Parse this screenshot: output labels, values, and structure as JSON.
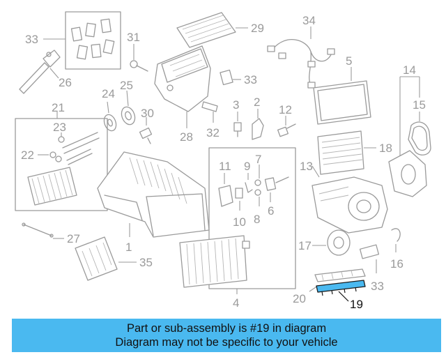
{
  "callouts": {
    "c1": "1",
    "c2": "2",
    "c3": "3",
    "c4": "4",
    "c5": "5",
    "c6": "6",
    "c7": "7",
    "c8": "8",
    "c9": "9",
    "c10": "10",
    "c11": "11",
    "c12": "12",
    "c13": "13",
    "c14": "14",
    "c15": "15",
    "c16": "16",
    "c17": "17",
    "c18": "18",
    "c19": "19",
    "c20": "20",
    "c21": "21",
    "c22": "22",
    "c23": "23",
    "c24": "24",
    "c25": "25",
    "c26": "26",
    "c27": "27",
    "c28": "28",
    "c29": "29",
    "c30": "30",
    "c31": "31",
    "c32": "32",
    "c33a": "33",
    "c33b": "33",
    "c33c": "33",
    "c34": "34",
    "c35": "35"
  },
  "highlight": {
    "part_number": "19",
    "color": "#4ab9f0"
  },
  "banner": {
    "line1": "Part or sub-assembly is #19 in diagram",
    "line2": "Diagram may not be specific to your vehicle",
    "background": "#4ab9f0"
  }
}
